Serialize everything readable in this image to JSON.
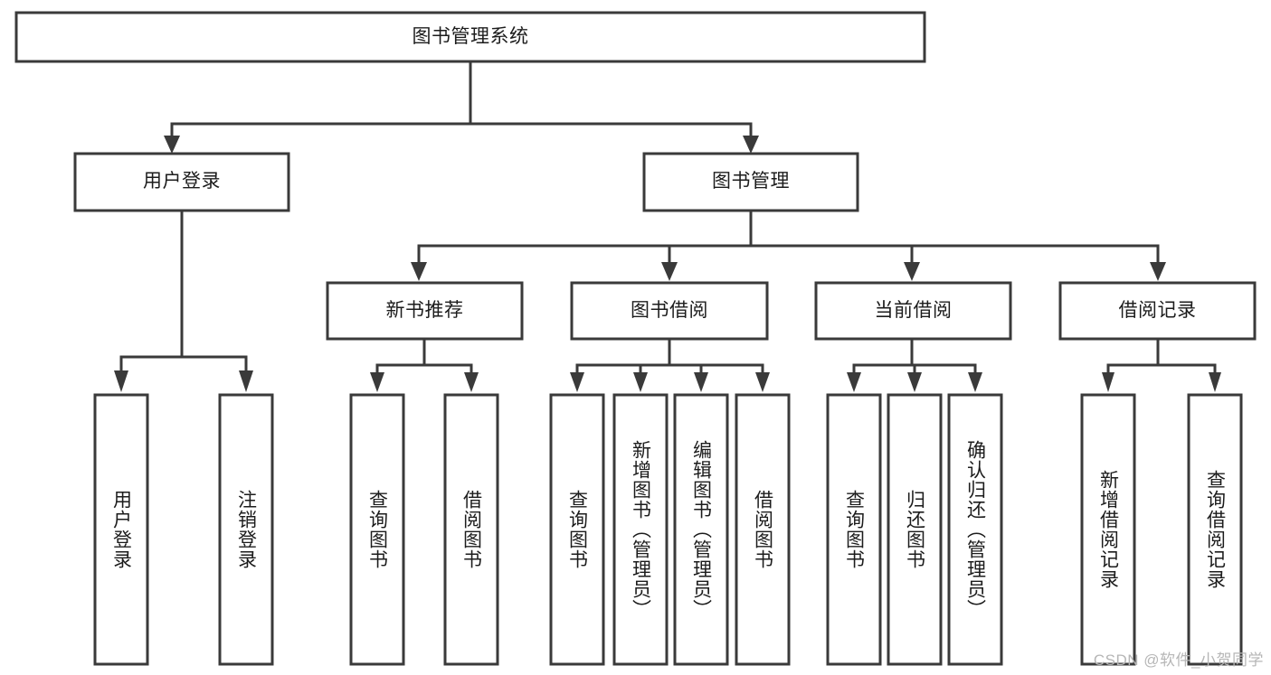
{
  "diagram": {
    "type": "tree",
    "orientation": "top-down",
    "colors": {
      "stroke": "#3a3a3a",
      "box_fill": "#ffffff",
      "text": "#1c1c1c",
      "background": "#ffffff",
      "watermark": "#b6b6b6"
    },
    "root": {
      "label": "图书管理系统"
    },
    "level2": [
      {
        "label": "用户登录"
      },
      {
        "label": "图书管理"
      }
    ],
    "level3": [
      {
        "label": "新书推荐"
      },
      {
        "label": "图书借阅"
      },
      {
        "label": "当前借阅"
      },
      {
        "label": "借阅记录"
      }
    ],
    "leaves": {
      "user_login": [
        {
          "label": "用户登录"
        },
        {
          "label": "注销登录"
        }
      ],
      "new_book_recommend": [
        {
          "label": "查询图书"
        },
        {
          "label": "借阅图书"
        }
      ],
      "book_borrow": [
        {
          "label": "查询图书"
        },
        {
          "label": "新增图书（管理员）"
        },
        {
          "label": "编辑图书（管理员）"
        },
        {
          "label": "借阅图书"
        }
      ],
      "current_borrow": [
        {
          "label": "查询图书"
        },
        {
          "label": "归还图书"
        },
        {
          "label": "确认归还（管理员）"
        }
      ],
      "borrow_record": [
        {
          "label": "新增借阅记录"
        },
        {
          "label": "查询借阅记录"
        }
      ]
    }
  },
  "watermark": {
    "text": "CSDN @软件_小贺同学"
  }
}
